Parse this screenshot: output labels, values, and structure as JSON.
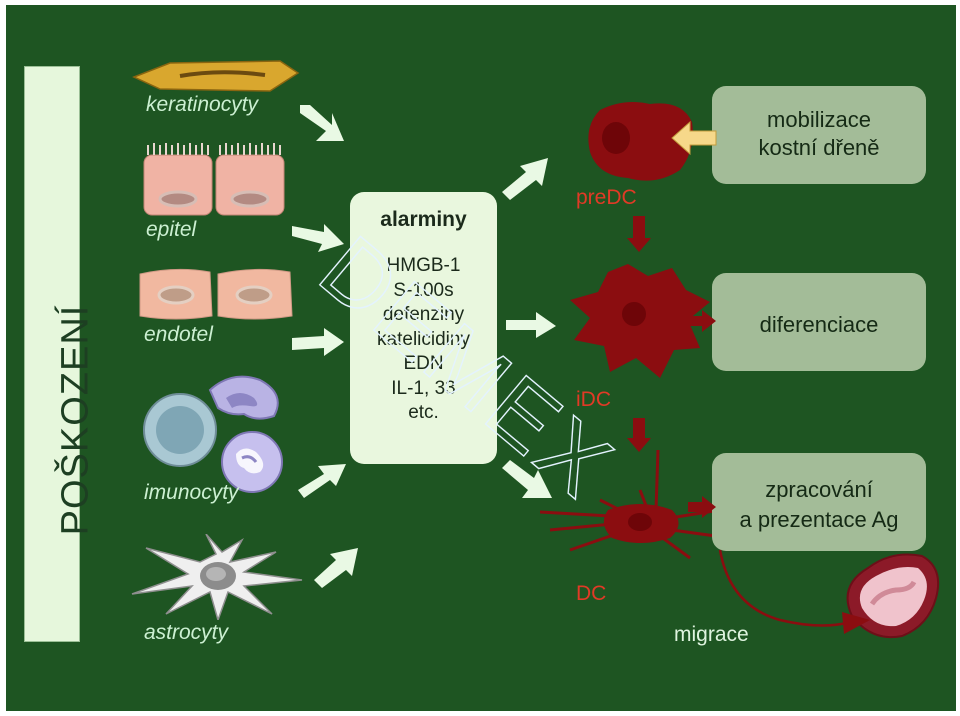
{
  "side_label": "POŠKOZENÍ",
  "cells": {
    "keratinocyty": "keratinocyty",
    "epitel": "epitel",
    "endotel": "endotel",
    "imunocyty": "imunocyty",
    "astrocyty": "astrocyty"
  },
  "alarmins": {
    "title": "alarminy",
    "items": [
      "HMGB-1",
      "S-100s",
      "defenziny",
      "katelicidiny",
      "EDN",
      "IL-1, 33",
      "etc."
    ]
  },
  "dendritic": {
    "predc": "preDC",
    "idc": "iDC",
    "dc": "DC"
  },
  "right_boxes": {
    "mobilizace_line1": "mobilizace",
    "mobilizace_line2": "kostní dřeně",
    "diferenciace": "diferenciace",
    "zpracovani_line1": "zpracování",
    "zpracovani_line2": "a prezentace Ag"
  },
  "migrace": "migrace",
  "watermark": "DEMEX",
  "colors": {
    "background": "#1e5522",
    "arrow_fill": "#e9f9e4",
    "dc_red": "#8b0d10",
    "label_red": "#e13a26",
    "box_green": "#a3bc98",
    "alarm_box": "#e9f7de"
  }
}
